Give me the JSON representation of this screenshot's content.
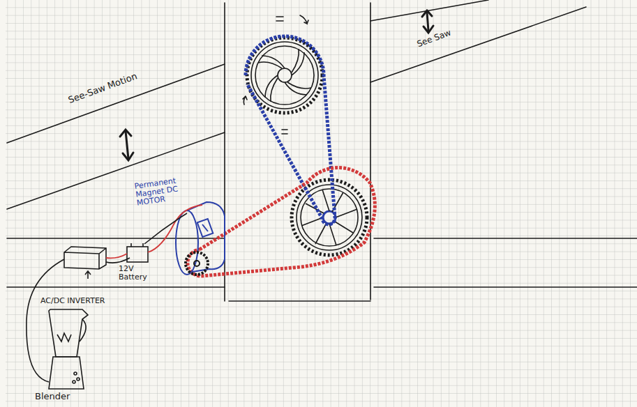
{
  "diagram": {
    "labels": [
      "See-Saw Motion",
      "See Saw",
      "Permanent Magnet DC MOTOR",
      "12V Battery",
      "AC/DC INVERTER",
      "Blender"
    ]
  }
}
